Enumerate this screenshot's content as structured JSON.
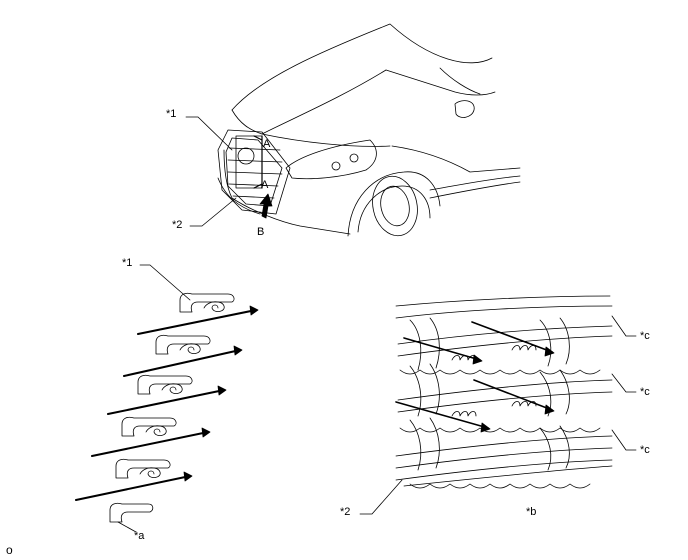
{
  "diagram": {
    "labels": {
      "callout_1_top": "*1",
      "callout_2_top": "*2",
      "section_a_upper": "A",
      "section_a_lower": "A",
      "view_b": "B",
      "callout_1_clip": "*1",
      "callout_a": "*a",
      "callout_2_grille": "*2",
      "callout_b": "*b",
      "callout_c_1": "*c",
      "callout_c_2": "*c",
      "callout_c_3": "*c",
      "corner_mark": "o"
    },
    "colors": {
      "line": "#000000",
      "background": "#ffffff"
    },
    "icons": [
      "car-front-view",
      "grille-clip",
      "grille-section-view",
      "arrow"
    ]
  }
}
